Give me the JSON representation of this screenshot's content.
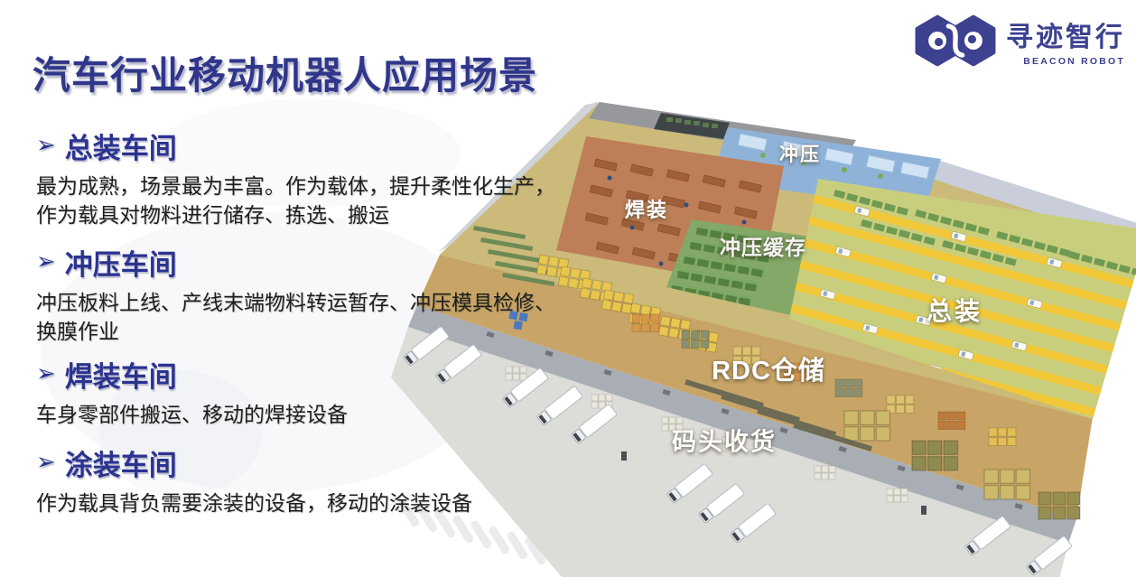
{
  "title": "汽车行业移动机器人应用场景",
  "logo": {
    "name": "寻迹智行",
    "subtitle": "BEACON ROBOT"
  },
  "bullet_char": "➢",
  "sections": [
    {
      "heading": "总装车间",
      "body": "最为成熟，场景最为丰富。作为载体，提升柔性化生产，作为载具对物料进行储存、拣选、搬运"
    },
    {
      "heading": "冲压车间",
      "body": "冲压板料上线、产线末端物料转运暂存、冲压模具检修、换膜作业"
    },
    {
      "heading": "焊装车间",
      "body": "车身零部件搬运、移动的焊接设备"
    },
    {
      "heading": "涂装车间",
      "body": "作为载具背负需要涂装的设备，移动的涂装设备"
    }
  ],
  "factory": {
    "zones": {
      "welding": {
        "label": "焊装",
        "color": "#BE7E57"
      },
      "stamping": {
        "label": "冲压",
        "color": "#8FB3D8"
      },
      "stamping_buffer": {
        "label": "冲压缓存",
        "color": "#83A868"
      },
      "final_assembly": {
        "label": "总装",
        "color": "#C9CE7D"
      },
      "rdc_warehouse": {
        "label": "RDC仓储",
        "color": "#C8A566"
      },
      "dock_receiving": {
        "label": "码头收货",
        "color": "#DCDCD8"
      }
    }
  },
  "colors": {
    "accent_blue": "#2F3590",
    "logo_blue": "#3C4190",
    "body_text": "#1E1E1E",
    "background": "#FFFFFF"
  }
}
